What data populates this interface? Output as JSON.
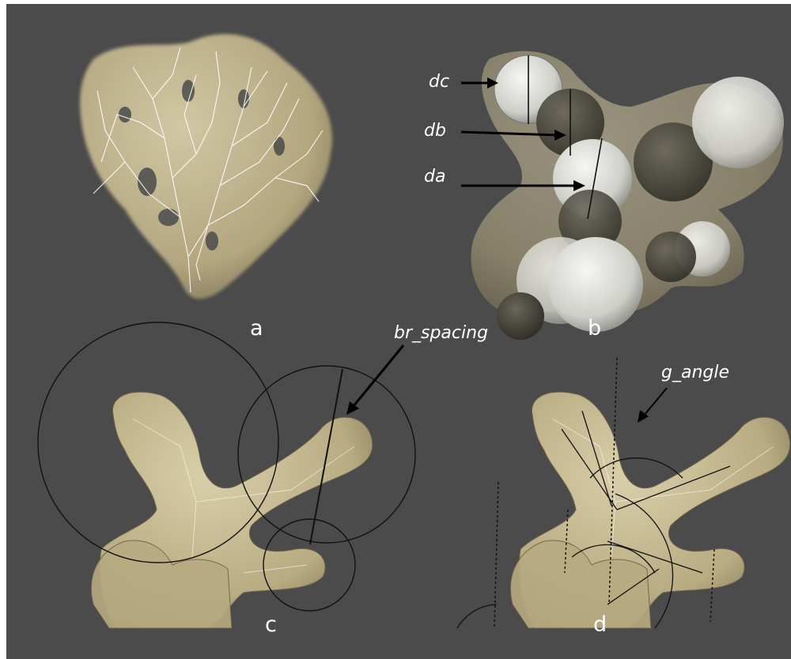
{
  "panels": {
    "a": "a",
    "b": "b",
    "c": "c",
    "d": "d"
  },
  "annotations": {
    "dc": "dc",
    "db": "db",
    "da": "da",
    "br_spacing": "br_spacing",
    "g_angle": "g_angle"
  },
  "colors": {
    "background": "#4b4b4b",
    "coral": "#c9bc96",
    "coral_shadow": "#8f845f",
    "skeleton": "#ffffff",
    "sphere_light": "#d8d8d4",
    "sphere_dark": "#3f3d36",
    "line": "#111111"
  }
}
